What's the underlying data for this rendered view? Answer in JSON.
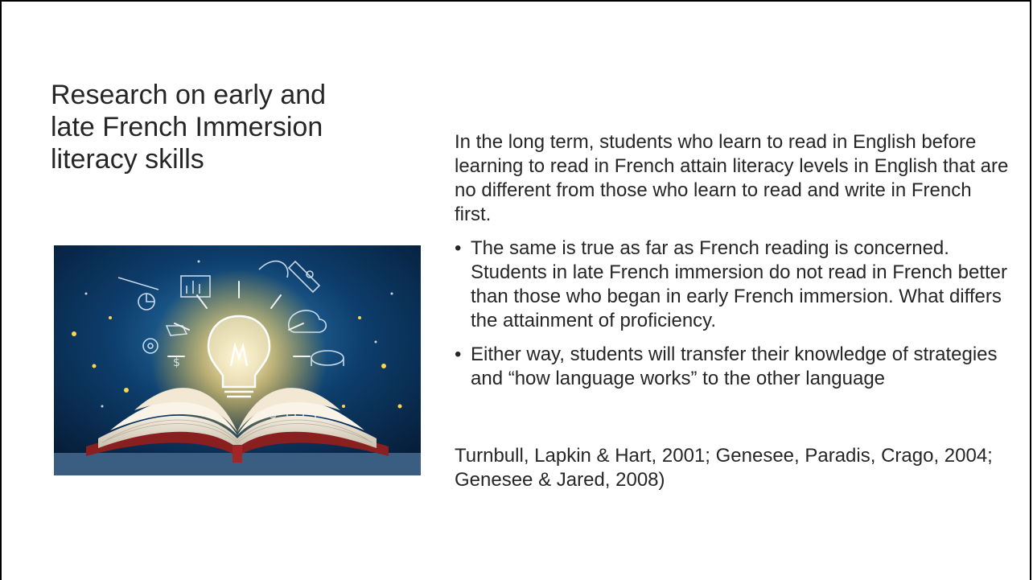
{
  "slide": {
    "title": "Research on early and\nlate French Immersion\nliteracy skills",
    "image_icon": "book-lightbulb-illustration-icon",
    "intro": "In the long term, students who learn to read in English before learning to read in French attain literacy levels in English that are no different from those who learn to read and write in French first.",
    "bullets": [
      " The same is true as far as French reading is concerned. Students in late French immersion do not read in French better than those who began in early French immersion. What differs the attainment of proficiency.",
      "Either way, students will transfer their knowledge of strategies and “how language works” to the other language"
    ],
    "bullet_glyph": "•",
    "citation": "Turnbull, Lapkin & Hart, 2001; Genesee, Paradis, Crago, 2004; Genesee & Jared, 2008)"
  }
}
